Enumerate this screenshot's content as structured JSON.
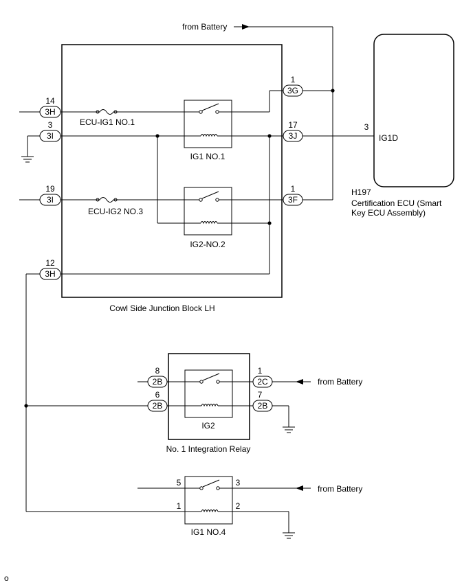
{
  "labels": {
    "from_battery": "from Battery",
    "ecu_ig1_no1": "ECU-IG1 NO.1",
    "ecu_ig2_no3": "ECU-IG2 NO.3",
    "ig1_no1": "IG1 NO.1",
    "ig2_no2": "IG2-NO.2",
    "cowl_block": "Cowl Side Junction Block LH",
    "ecu_code": "H197",
    "ecu_name_1": "Certification ECU (Smart",
    "ecu_name_2": "Key ECU Assembly)",
    "ig1d": "IG1D",
    "ig2": "IG2",
    "integration_relay": "No. 1 Integration Relay",
    "ig1_no4": "IG1 NO.4",
    "corner": "o"
  },
  "pins": {
    "p14": "14",
    "c3H_a": "3H",
    "p3": "3",
    "c3I_a": "3I",
    "p19": "19",
    "c3I_b": "3I",
    "p12": "12",
    "c3H_b": "3H",
    "p1_3G": "1",
    "c3G": "3G",
    "p17": "17",
    "c3J": "3J",
    "p1_3F": "1",
    "c3F": "3F",
    "p3_ecu": "3",
    "p8": "8",
    "c2B_a": "2B",
    "p6": "6",
    "c2B_b": "2B",
    "p1_2C": "1",
    "c2C": "2C",
    "p7": "7",
    "c2B_c": "2B",
    "p5": "5",
    "p3_r4": "3",
    "p1_r4": "1",
    "p2_r4": "2"
  }
}
